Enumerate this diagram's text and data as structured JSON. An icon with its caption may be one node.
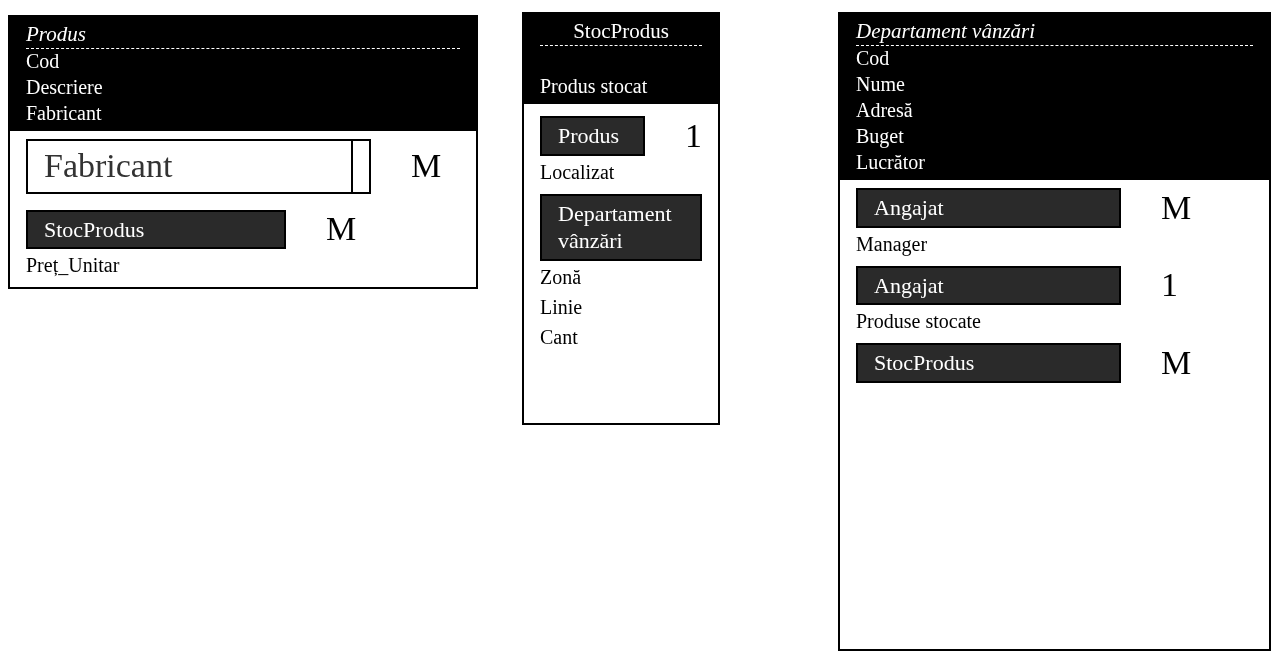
{
  "diagram": {
    "nodes": [
      {
        "text": [
          "Produs",
          "Cod",
          "Descriere",
          "Fabricant",
          "Preț_Unitar"
        ]
      },
      {
        "text": [
          "Fabricant"
        ],
        "in": 0,
        "beside": [
          "M"
        ]
      },
      {
        "text": [
          "StocProdus"
        ],
        "in": 0,
        "beside": [
          "M"
        ]
      },
      {
        "text": [
          "StocProdus",
          "Produs stocat",
          "Localizat",
          "Zonă",
          "Linie",
          "Cant"
        ]
      },
      {
        "text": [
          "Produs"
        ],
        "in": 3,
        "beside": [
          "1"
        ]
      },
      {
        "text": [
          "Departament vânzări"
        ],
        "in": 3
      },
      {
        "text": [
          "Departament vânzări",
          "Cod",
          "Nume",
          "Adresă",
          "Buget",
          "Lucrător",
          "Manager",
          "Produse stocate"
        ]
      },
      {
        "text": [
          "Angajat"
        ],
        "in": 6,
        "beside": [
          "M"
        ]
      },
      {
        "text": [
          "Angajat"
        ],
        "in": 6,
        "beside": [
          "1"
        ]
      },
      {
        "text": [
          "StocProdus"
        ],
        "in": 6,
        "beside": [
          "M"
        ]
      }
    ]
  }
}
